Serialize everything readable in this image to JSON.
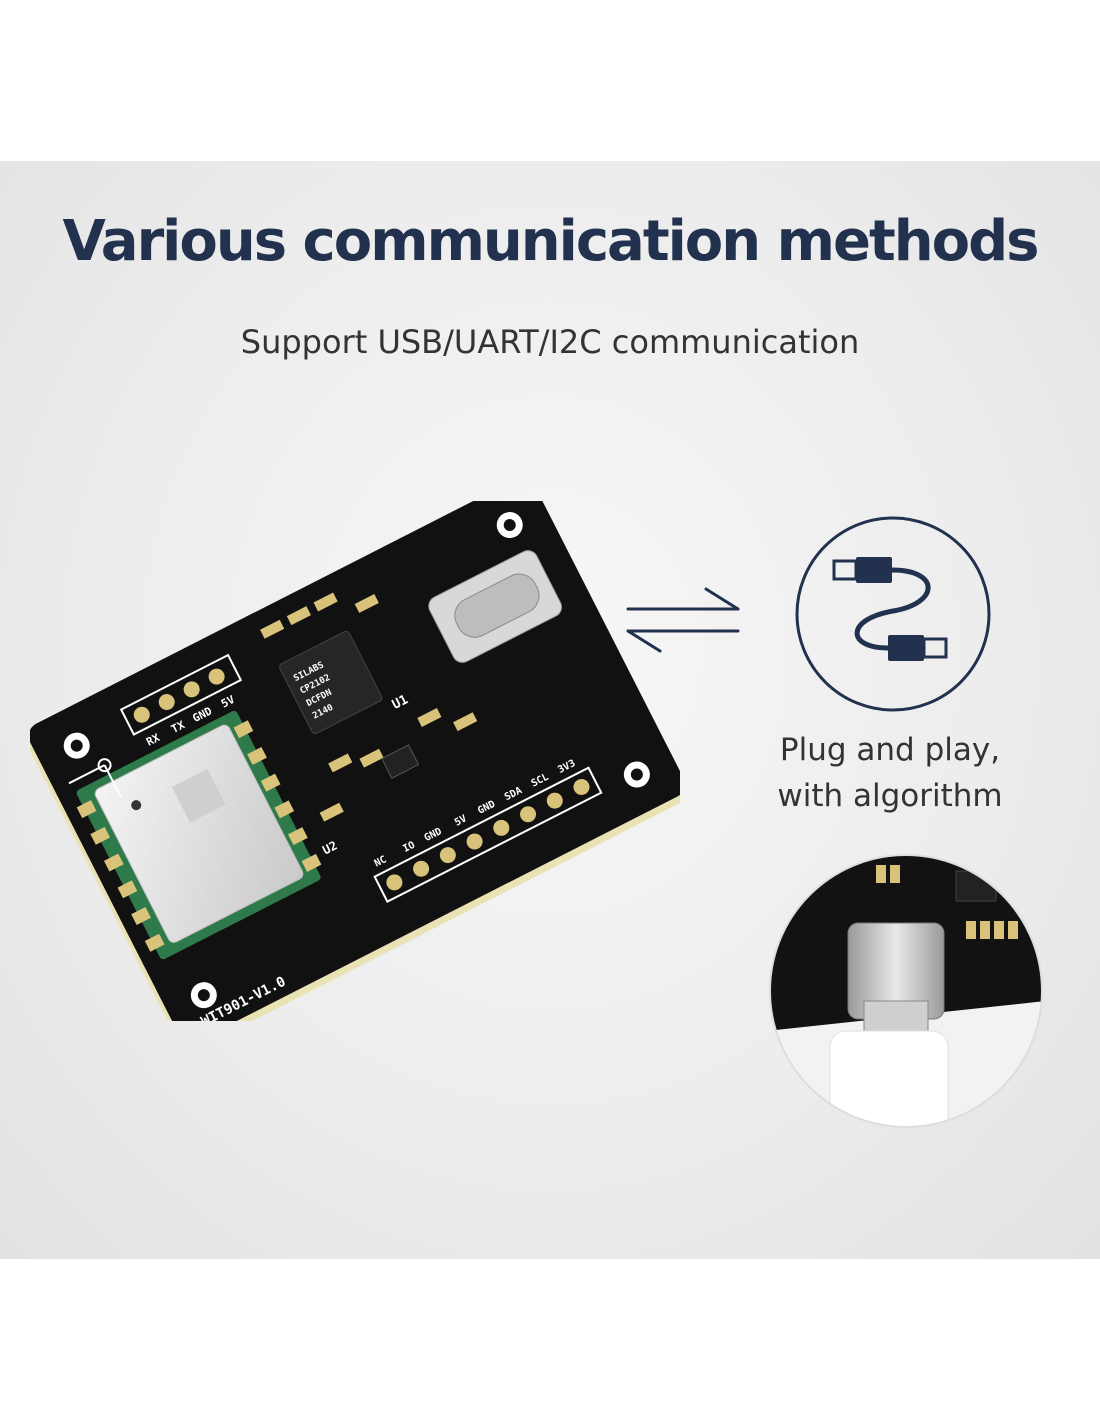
{
  "header": {
    "title": "Various communication methods",
    "subtitle": "Support USB/UART/I2C communication"
  },
  "feature": {
    "caption_line1": "Plug and play,",
    "caption_line2": "with algorithm"
  },
  "board": {
    "header_top": [
      "RX",
      "TX",
      "GND",
      "5V"
    ],
    "header_bottom": [
      "NC",
      "IO",
      "GND",
      "5V",
      "GND",
      "SDA",
      "SCL",
      "3V3"
    ],
    "chip_text": [
      "SILABS",
      "CP2102",
      "DCFDN",
      "2140"
    ],
    "chip_ref": "U1",
    "module_ref": "U2",
    "version": "WIT901-V1.0"
  },
  "colors": {
    "title": "#22324e",
    "icon": "#22324e",
    "pcb": "#111111",
    "pcb_edge": "#e9e2b5"
  },
  "icons": [
    "swap-arrows-icon",
    "usb-cable-icon"
  ]
}
